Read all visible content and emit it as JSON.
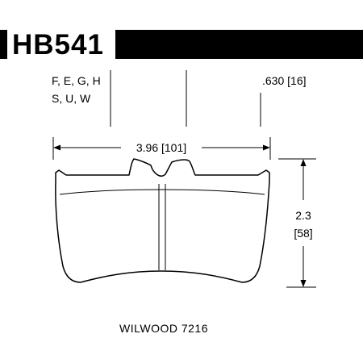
{
  "header": {
    "part_number": "HB541"
  },
  "compounds": {
    "line1": "F, E, G, H",
    "line2": "S, U, W"
  },
  "dimensions": {
    "thickness": ".630 [16]",
    "width": "3.96 [101]",
    "height_in": "2.3",
    "height_mm": "[58]"
  },
  "application": {
    "caliper": "WILWOOD 7216"
  },
  "colors": {
    "header_bar": "#000000",
    "line": "#000000",
    "background": "#ffffff"
  }
}
